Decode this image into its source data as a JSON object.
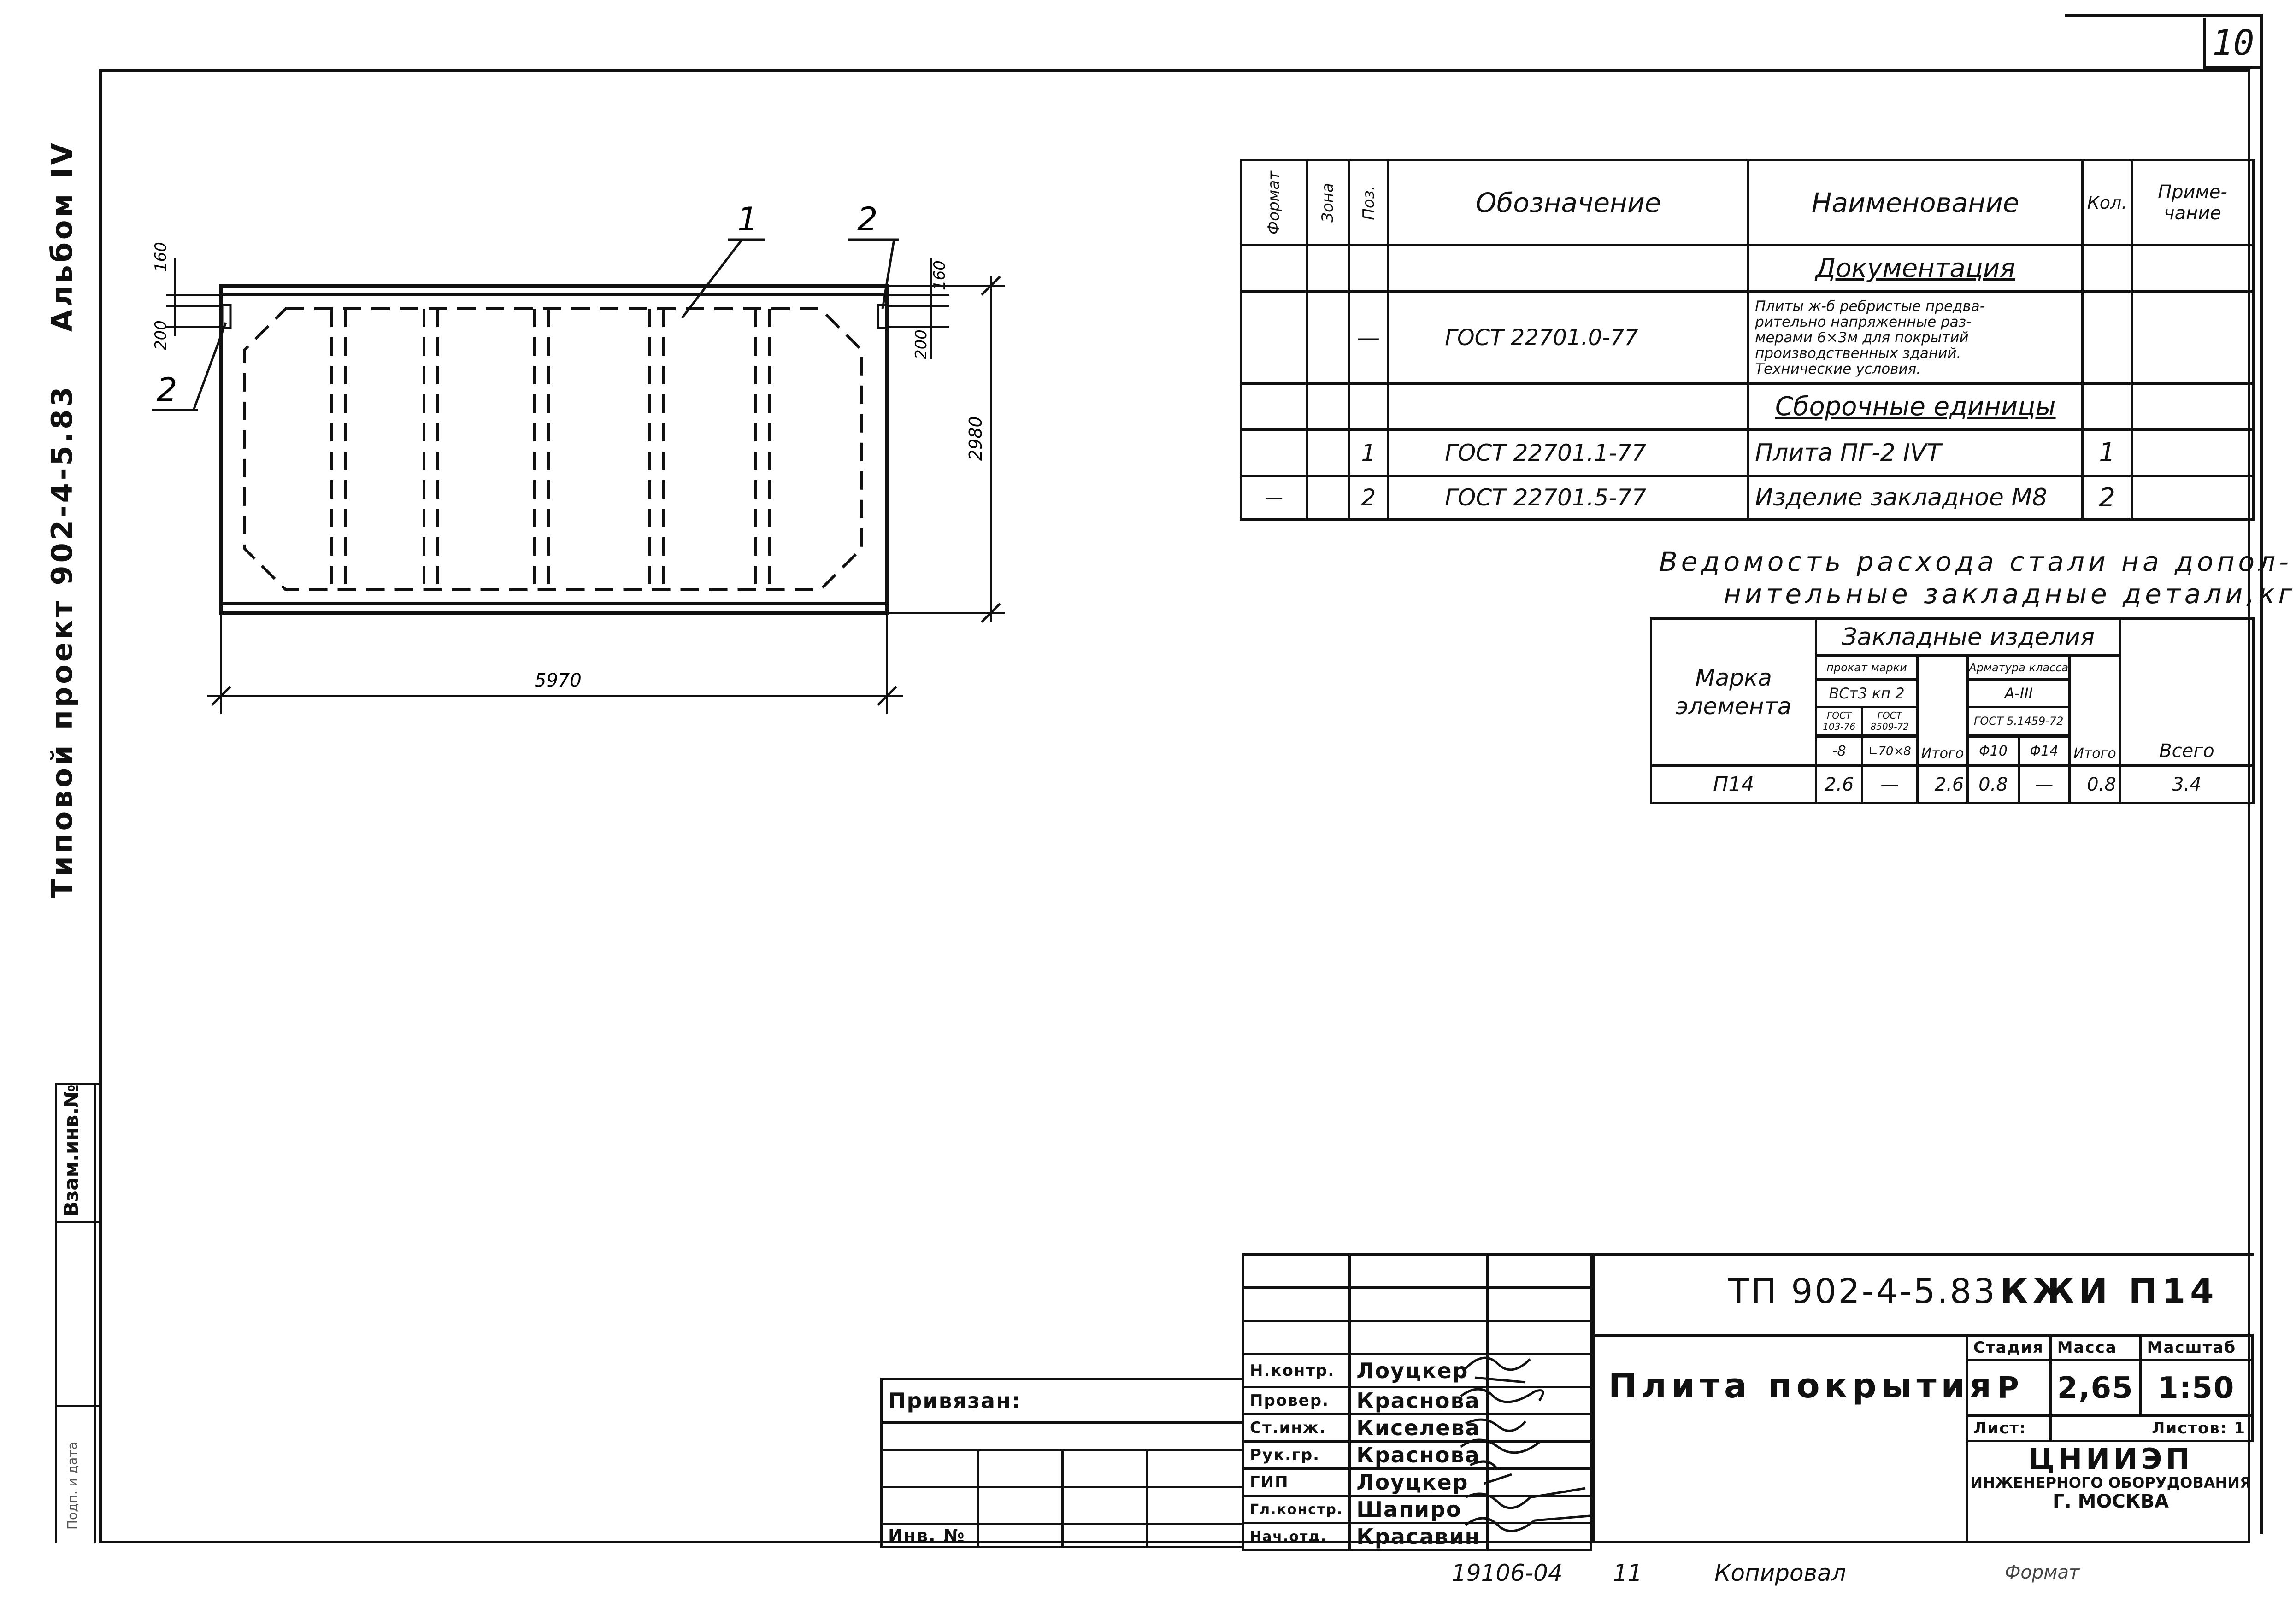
{
  "page_number": "10",
  "album_label": "Альбом IV",
  "project_label": "Типовой проект 902-4-5.83",
  "vzam_label": "Взам.инв.№",
  "side_small_text": "Подп. и дата",
  "drawing": {
    "pos1": "1",
    "pos2_top": "2",
    "pos2_left": "2",
    "dim_160_left": "160",
    "dim_200_left": "200",
    "dim_160_right": "160",
    "dim_200_right": "200",
    "dim_height": "2980",
    "dim_length": "5970"
  },
  "spec_table": {
    "headers": {
      "format": "Формат",
      "zone": "Зона",
      "pos": "Поз.",
      "designation": "Обозначение",
      "name": "Наименование",
      "qty": "Кол.",
      "note": "Приме-чание"
    },
    "section_docs": "Документация",
    "doc_designation": "ГОСТ 22701.0-77",
    "doc_dash": "—",
    "doc_name_lines": [
      "Плиты ж-б ребристые предва-",
      "рительно напряженные раз-",
      "мерами 6×3м для покрытий",
      "производственных зданий.",
      "Технические условия."
    ],
    "section_assemblies": "Сборочные единицы",
    "rows": [
      {
        "pos": "1",
        "designation": "ГОСТ 22701.1-77",
        "name": "Плита ПГ-2 IVТ",
        "qty": "1",
        "format": ""
      },
      {
        "pos": "2",
        "designation": "ГОСТ 22701.5-77",
        "name": "Изделие закладное М8",
        "qty": "2",
        "format": "—"
      }
    ]
  },
  "steel_table": {
    "title_line1": "Ведомость расхода стали на допол-",
    "title_line2": "нительные закладные детали,кг",
    "col_mark": "Марка элемента",
    "col_group": "Закладные изделия",
    "sub_rolled": "прокат марки",
    "sub_rolled_grade": "ВСт3 кп 2",
    "sub_gost1": "ГОСТ 103-76",
    "sub_gost2": "ГОСТ 8509-72",
    "sub_size1": "-8",
    "sub_size2": "∟70×8",
    "sub_total1": "Итого",
    "sub_rebar": "Арматура класса",
    "sub_rebar_class": "А-III",
    "sub_rebar_gost": "ГОСТ 5.1459-72",
    "sub_d10": "Φ10",
    "sub_d14": "Φ14",
    "sub_total2": "Итого",
    "col_all": "Всего",
    "row": {
      "mark": "П14",
      "v1": "2.6",
      "v2": "—",
      "total1": "2.6",
      "d10": "0.8",
      "d14": "—",
      "total2": "0.8",
      "all": "3.4"
    }
  },
  "title_block": {
    "project_code": "ТП 902-4-5.83",
    "sheet_code": "КЖИ П14",
    "title": "Плита покрытия",
    "stage_label": "Стадия",
    "mass_label": "Масса",
    "scale_label": "Масштаб",
    "stage": "Р",
    "mass": "2,65",
    "scale": "1:50",
    "sheet_label": "Лист:",
    "sheets_label": "Листов: 1",
    "org_line1": "ЦНИИЭП",
    "org_line2": "инженерного оборудования",
    "org_line3": "г. Москва",
    "privyazan": "Привязан:",
    "inv_no": "Инв. №",
    "roles": [
      {
        "role": "Н.контр.",
        "name": "Лоуцкер"
      },
      {
        "role": "Провер.",
        "name": "Краснова"
      },
      {
        "role": "Ст.инж.",
        "name": "Киселева"
      },
      {
        "role": "Рук.гр.",
        "name": "Краснова"
      },
      {
        "role": "ГИП",
        "name": "Лоуцкер"
      },
      {
        "role": "Гл.констр.",
        "name": "Шапиро"
      },
      {
        "role": "Нач.отд.",
        "name": "Красавин"
      }
    ]
  },
  "footer": {
    "code": "19106-04",
    "num": "11",
    "copied": "Копировал",
    "format": "Формат"
  }
}
